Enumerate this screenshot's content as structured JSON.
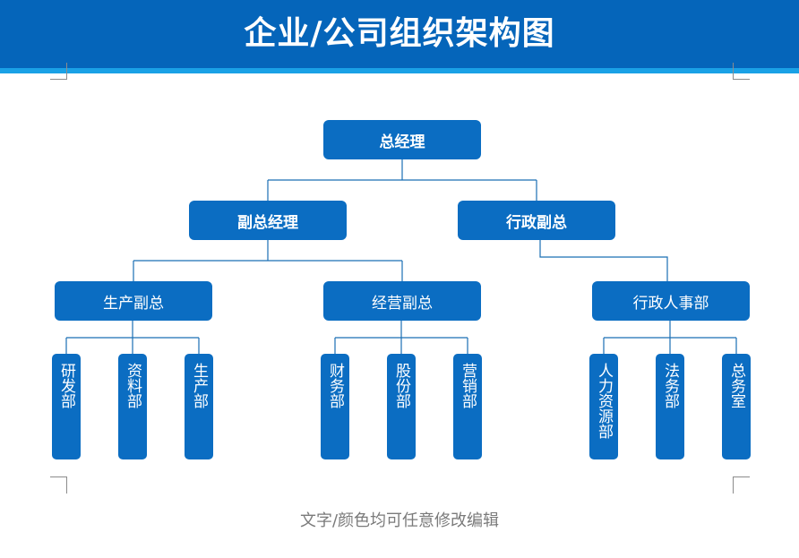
{
  "title": "企业/公司组织架构图",
  "chart": {
    "ceo": "总经理",
    "vp1": "副总经理",
    "vp2": "行政副总",
    "d_prod": "生产副总",
    "d_ops": "经营副总",
    "d_hr": "行政人事部",
    "dept_rd": "研发部",
    "dept_data": "资料部",
    "dept_prod": "生产部",
    "dept_fin": "财务部",
    "dept_share": "股份部",
    "dept_sales": "营销部",
    "dept_hrres": "人力资源部",
    "dept_legal": "法务部",
    "dept_office": "总务室"
  },
  "footer_note": "文字/颜色均可任意修改编辑",
  "colors": {
    "header": "#0565ba",
    "header_strip": "#1aa1e6",
    "box": "#0b6dc2",
    "connector": "#1a6fb5"
  }
}
